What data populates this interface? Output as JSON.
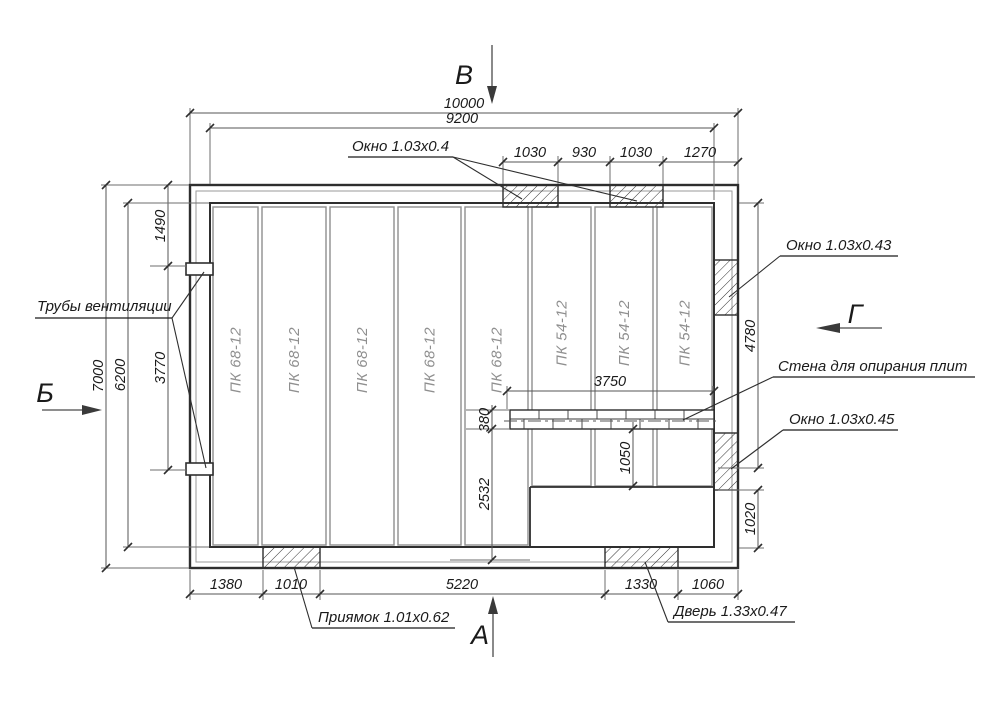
{
  "section_markers": {
    "top": "В",
    "bottom": "А",
    "left": "Б",
    "right": "Г"
  },
  "labels": {
    "window_top": "Окно 1.03x0.4",
    "window_right_upper": "Окно 1.03x0.43",
    "window_right_lower": "Окно 1.03x0.45",
    "bearing_wall": "Стена для опирания плит",
    "vent_pipes": "Трубы вентиляции",
    "pit": "Приямок 1.01x0.62",
    "door": "Дверь 1.33x0.47"
  },
  "slabs": {
    "long": [
      "ПК 68-12",
      "ПК 68-12",
      "ПК 68-12",
      "ПК 68-12",
      "ПК 68-12"
    ],
    "short": [
      "ПК 54-12",
      "ПК 54-12",
      "ПК 54-12"
    ]
  },
  "dimensions": {
    "overall_width": "10000",
    "inner_width": "9200",
    "top_segments": [
      "1030",
      "930",
      "1030",
      "1270"
    ],
    "overall_height": "7000",
    "inner_height": "6200",
    "left_top": "1490",
    "left_mid": "3770",
    "right_upper": "4780",
    "right_lower": "1020",
    "bearing_wall_length": "3750",
    "wall_thickness": "380",
    "below_wall": "1050",
    "lower_area_height": "2532",
    "bottom_segments": [
      "1380",
      "1010",
      "5220",
      "1330",
      "1060"
    ]
  },
  "colors": {
    "wall_line": "#2e2e2e",
    "slab_line": "#8f8f8f",
    "dim_line": "#555555",
    "background": "#ffffff"
  }
}
